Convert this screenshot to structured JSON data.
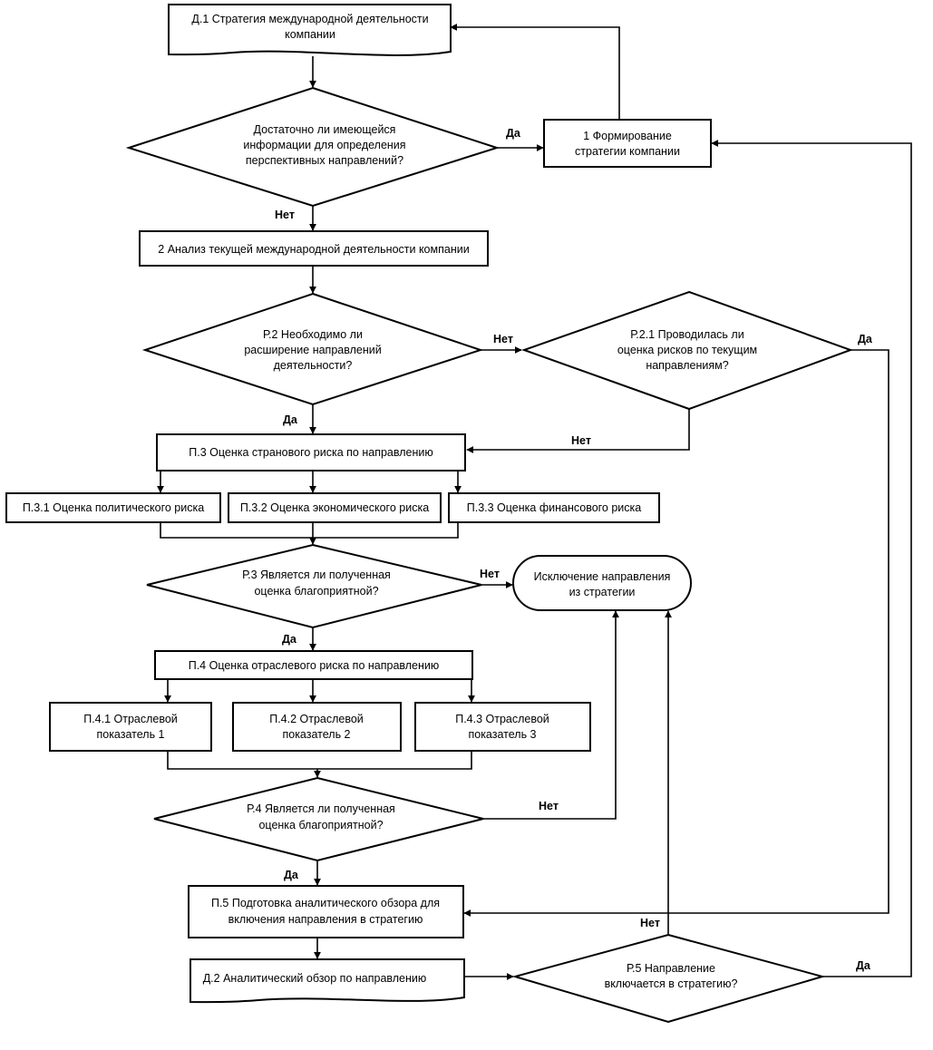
{
  "nodes": {
    "d1": {
      "line1": "Д.1 Стратегия международной деятельности",
      "line2": "компании"
    },
    "n1": {
      "line1": "1 Формирование",
      "line2": "стратегии компании"
    },
    "q1": {
      "line1": "Достаточно ли имеющейся",
      "line2": "информации для определения",
      "line3": "перспективных направлений?"
    },
    "n2": {
      "line1": "2 Анализ текущей международной деятельности компании"
    },
    "r2": {
      "line1": "Р.2 Необходимо ли",
      "line2": "расширение направлений",
      "line3": "деятельности?"
    },
    "r21": {
      "line1": "Р.2.1 Проводилась ли",
      "line2": "оценка рисков по текущим",
      "line3": "направлениям?"
    },
    "p3": {
      "line1": "П.3 Оценка странового риска по направлению"
    },
    "p31": {
      "line1": "П.3.1 Оценка политического риска"
    },
    "p32": {
      "line1": "П.3.2 Оценка экономического риска"
    },
    "p33": {
      "line1": "П.3.3 Оценка финансового риска"
    },
    "r3": {
      "line1": "Р.3 Является ли полученная",
      "line2": "оценка благоприятной?"
    },
    "excl": {
      "line1": "Исключение направления",
      "line2": "из стратегии"
    },
    "p4": {
      "line1": "П.4 Оценка отраслевого риска по направлению"
    },
    "p41": {
      "line1": "П.4.1 Отраслевой",
      "line2": "показатель 1"
    },
    "p42": {
      "line1": "П.4.2 Отраслевой",
      "line2": "показатель 2"
    },
    "p43": {
      "line1": "П.4.3 Отраслевой",
      "line2": "показатель 3"
    },
    "r4": {
      "line1": "Р.4 Является ли полученная",
      "line2": "оценка благоприятной?"
    },
    "p5": {
      "line1": "П.5 Подготовка аналитического обзора для",
      "line2": "включения направления в стратегию"
    },
    "d2": {
      "line1": "Д.2 Аналитический обзор по направлению"
    },
    "r5": {
      "line1": "Р.5 Направление",
      "line2": "включается в стратегию?"
    }
  },
  "labels": {
    "q1_yes": "Да",
    "q1_no": "Нет",
    "r2_no": "Нет",
    "r2_yes": "Да",
    "r21_yes": "Да",
    "r21_no": "Нет",
    "r3_no": "Нет",
    "r3_yes": "Да",
    "r4_no": "Нет",
    "r4_yes": "Да",
    "r5_no": "Нет",
    "r5_yes": "Да"
  }
}
